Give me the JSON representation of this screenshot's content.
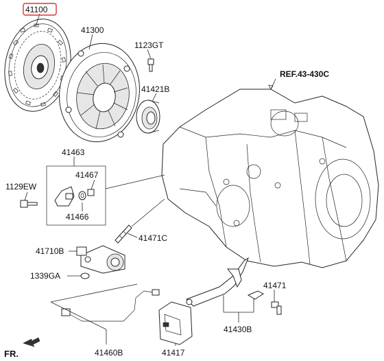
{
  "diagram": {
    "highlighted_part": "41100",
    "ref_label": "REF.43-430C",
    "direction_label": "FR.",
    "labels": {
      "p41100": "41100",
      "p41300": "41300",
      "p1123GT": "1123GT",
      "p41421B": "41421B",
      "p41463": "41463",
      "p41467": "41467",
      "p1129EW": "1129EW",
      "p41466": "41466",
      "p41471C": "41471C",
      "p41710B": "41710B",
      "p1339GA": "1339GA",
      "p41471": "41471",
      "p41430B": "41430B",
      "p41460B": "41460B",
      "p41417": "41417"
    },
    "colors": {
      "highlight_border": "#e03030",
      "line": "#222222",
      "background": "#ffffff"
    }
  }
}
